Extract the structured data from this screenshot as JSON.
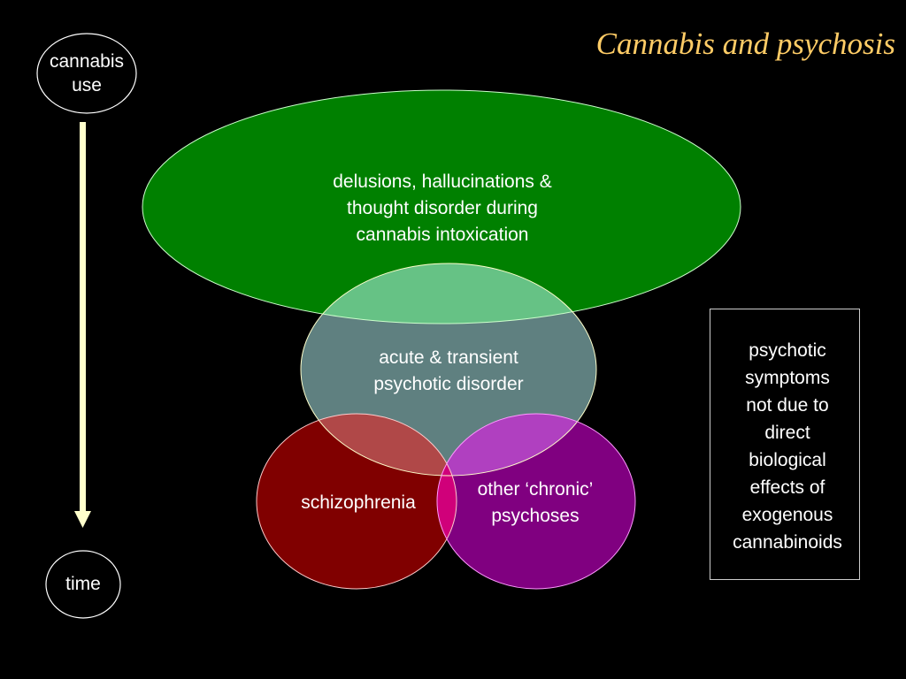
{
  "title": "Cannabis and psychosis",
  "timeline": {
    "start_label": "cannabis\nuse",
    "end_label": "time",
    "arrow_color": "#ffffcc"
  },
  "nodes": {
    "intoxication": {
      "label": "delusions, hallucinations &\nthought disorder during\ncannabis intoxication",
      "color": "#008000"
    },
    "acute": {
      "label": "acute & transient\npsychotic disorder",
      "color": "#5f8080"
    },
    "schizophrenia": {
      "label": "schizophrenia",
      "color": "#800000"
    },
    "other_chronic": {
      "label": "other ‘chronic’\npsychoses",
      "color": "#800080"
    }
  },
  "side_box": {
    "label": "psychotic\nsymptoms\nnot due to\ndirect\nbiological\neffects of\nexogenous\ncannabinoids"
  },
  "colors": {
    "background": "#000000",
    "title": "#ffcc66",
    "text": "#ffffff",
    "overlap_green_acute": "#66c285",
    "overlap_acute_schizophrenia": "#b04848",
    "overlap_acute_other": "#b040c0",
    "overlap_schizophrenia_other": "#d0007a"
  }
}
